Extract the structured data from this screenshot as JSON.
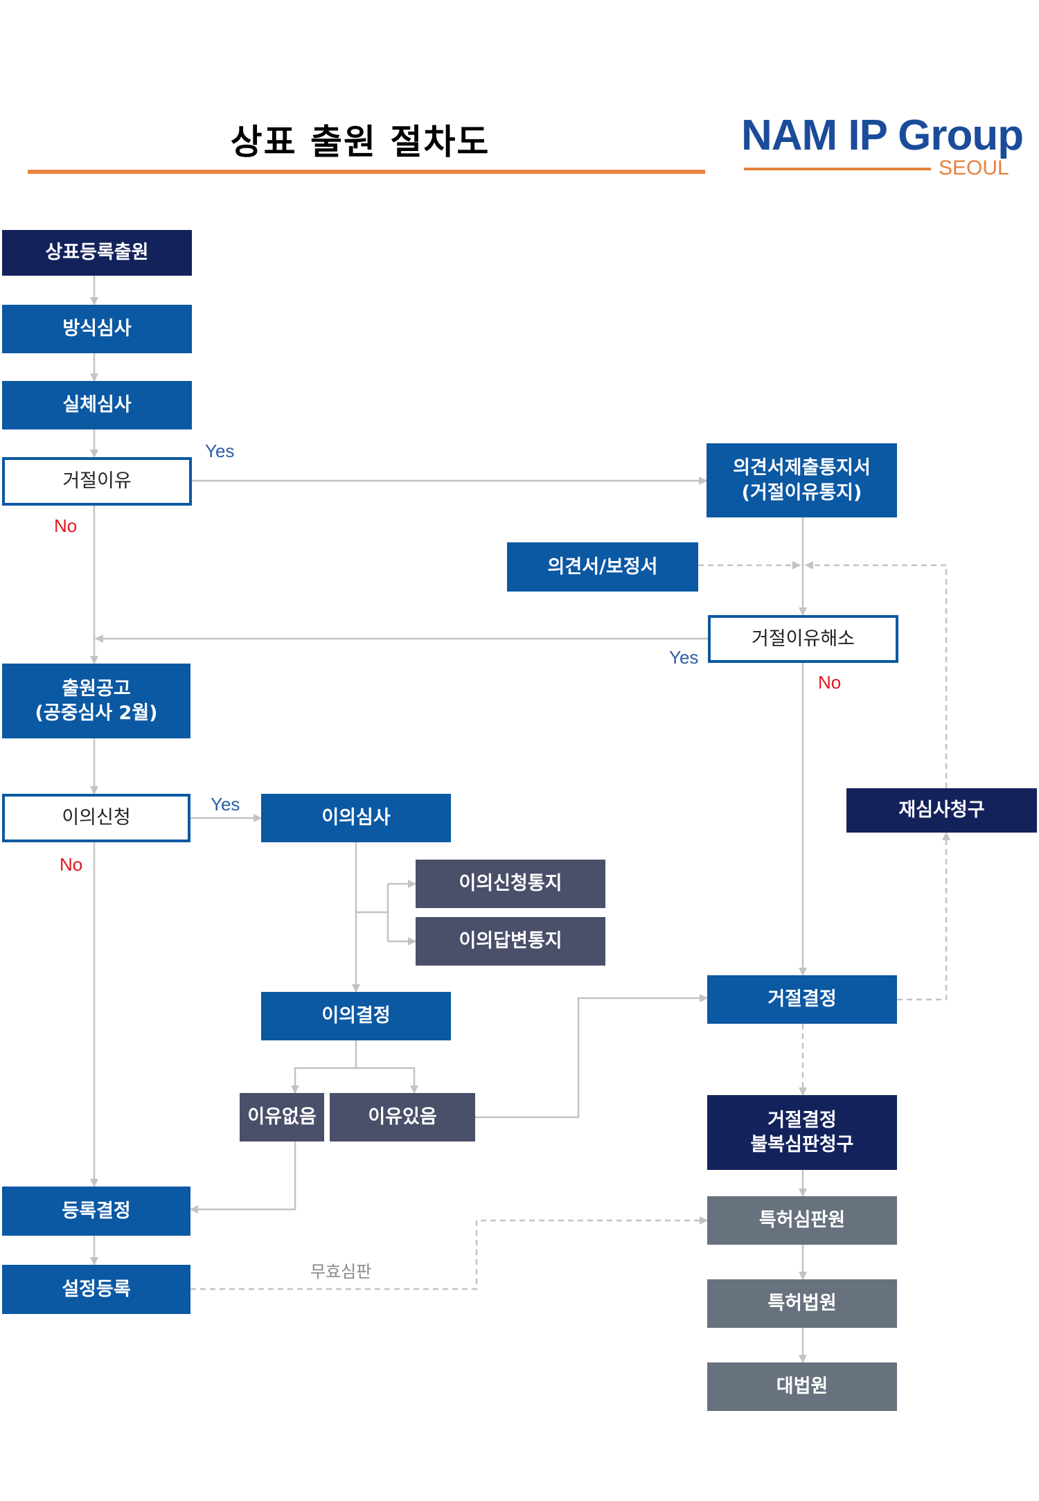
{
  "header": {
    "title": "상표 출원 절차도",
    "logo_main": "NAM IP Group",
    "logo_sub": "SEOUL"
  },
  "colors": {
    "accent_orange": "#e8823d",
    "navy": "#14225c",
    "blue": "#0b58a3",
    "slate": "#4a4f6a",
    "gray": "#68727f",
    "connector": "#c2c2c2"
  },
  "nodes": {
    "filing": "상표등록출원",
    "formal_exam": "방식심사",
    "substantive_exam": "실체심사",
    "rejection_reason": "거절이유",
    "office_action": "의견서제출통지서\n(거절이유통지)",
    "response": "의견서/보정서",
    "resolved": "거절이유해소",
    "publication": "출원공고\n(공중심사 2월)",
    "opposition": "이의신청",
    "opposition_review": "이의심사",
    "opposition_notice": "이의신청통지",
    "opposition_answer": "이의답변통지",
    "opposition_decision": "이의결정",
    "no_merit": "이유없음",
    "has_merit": "이유있음",
    "reexam_request": "재심사청구",
    "rejection_decision": "거절결정",
    "appeal": "거절결정\n불복심판청구",
    "ip_tribunal": "특허심판원",
    "patent_court": "특허법원",
    "supreme_court": "대법원",
    "registration_decision": "등록결정",
    "registration": "설정등록"
  },
  "labels": {
    "yes1": "Yes",
    "no1": "No",
    "yes2": "Yes",
    "no2": "No",
    "yes3": "Yes",
    "no3": "No",
    "invalidation": "무효심판"
  }
}
